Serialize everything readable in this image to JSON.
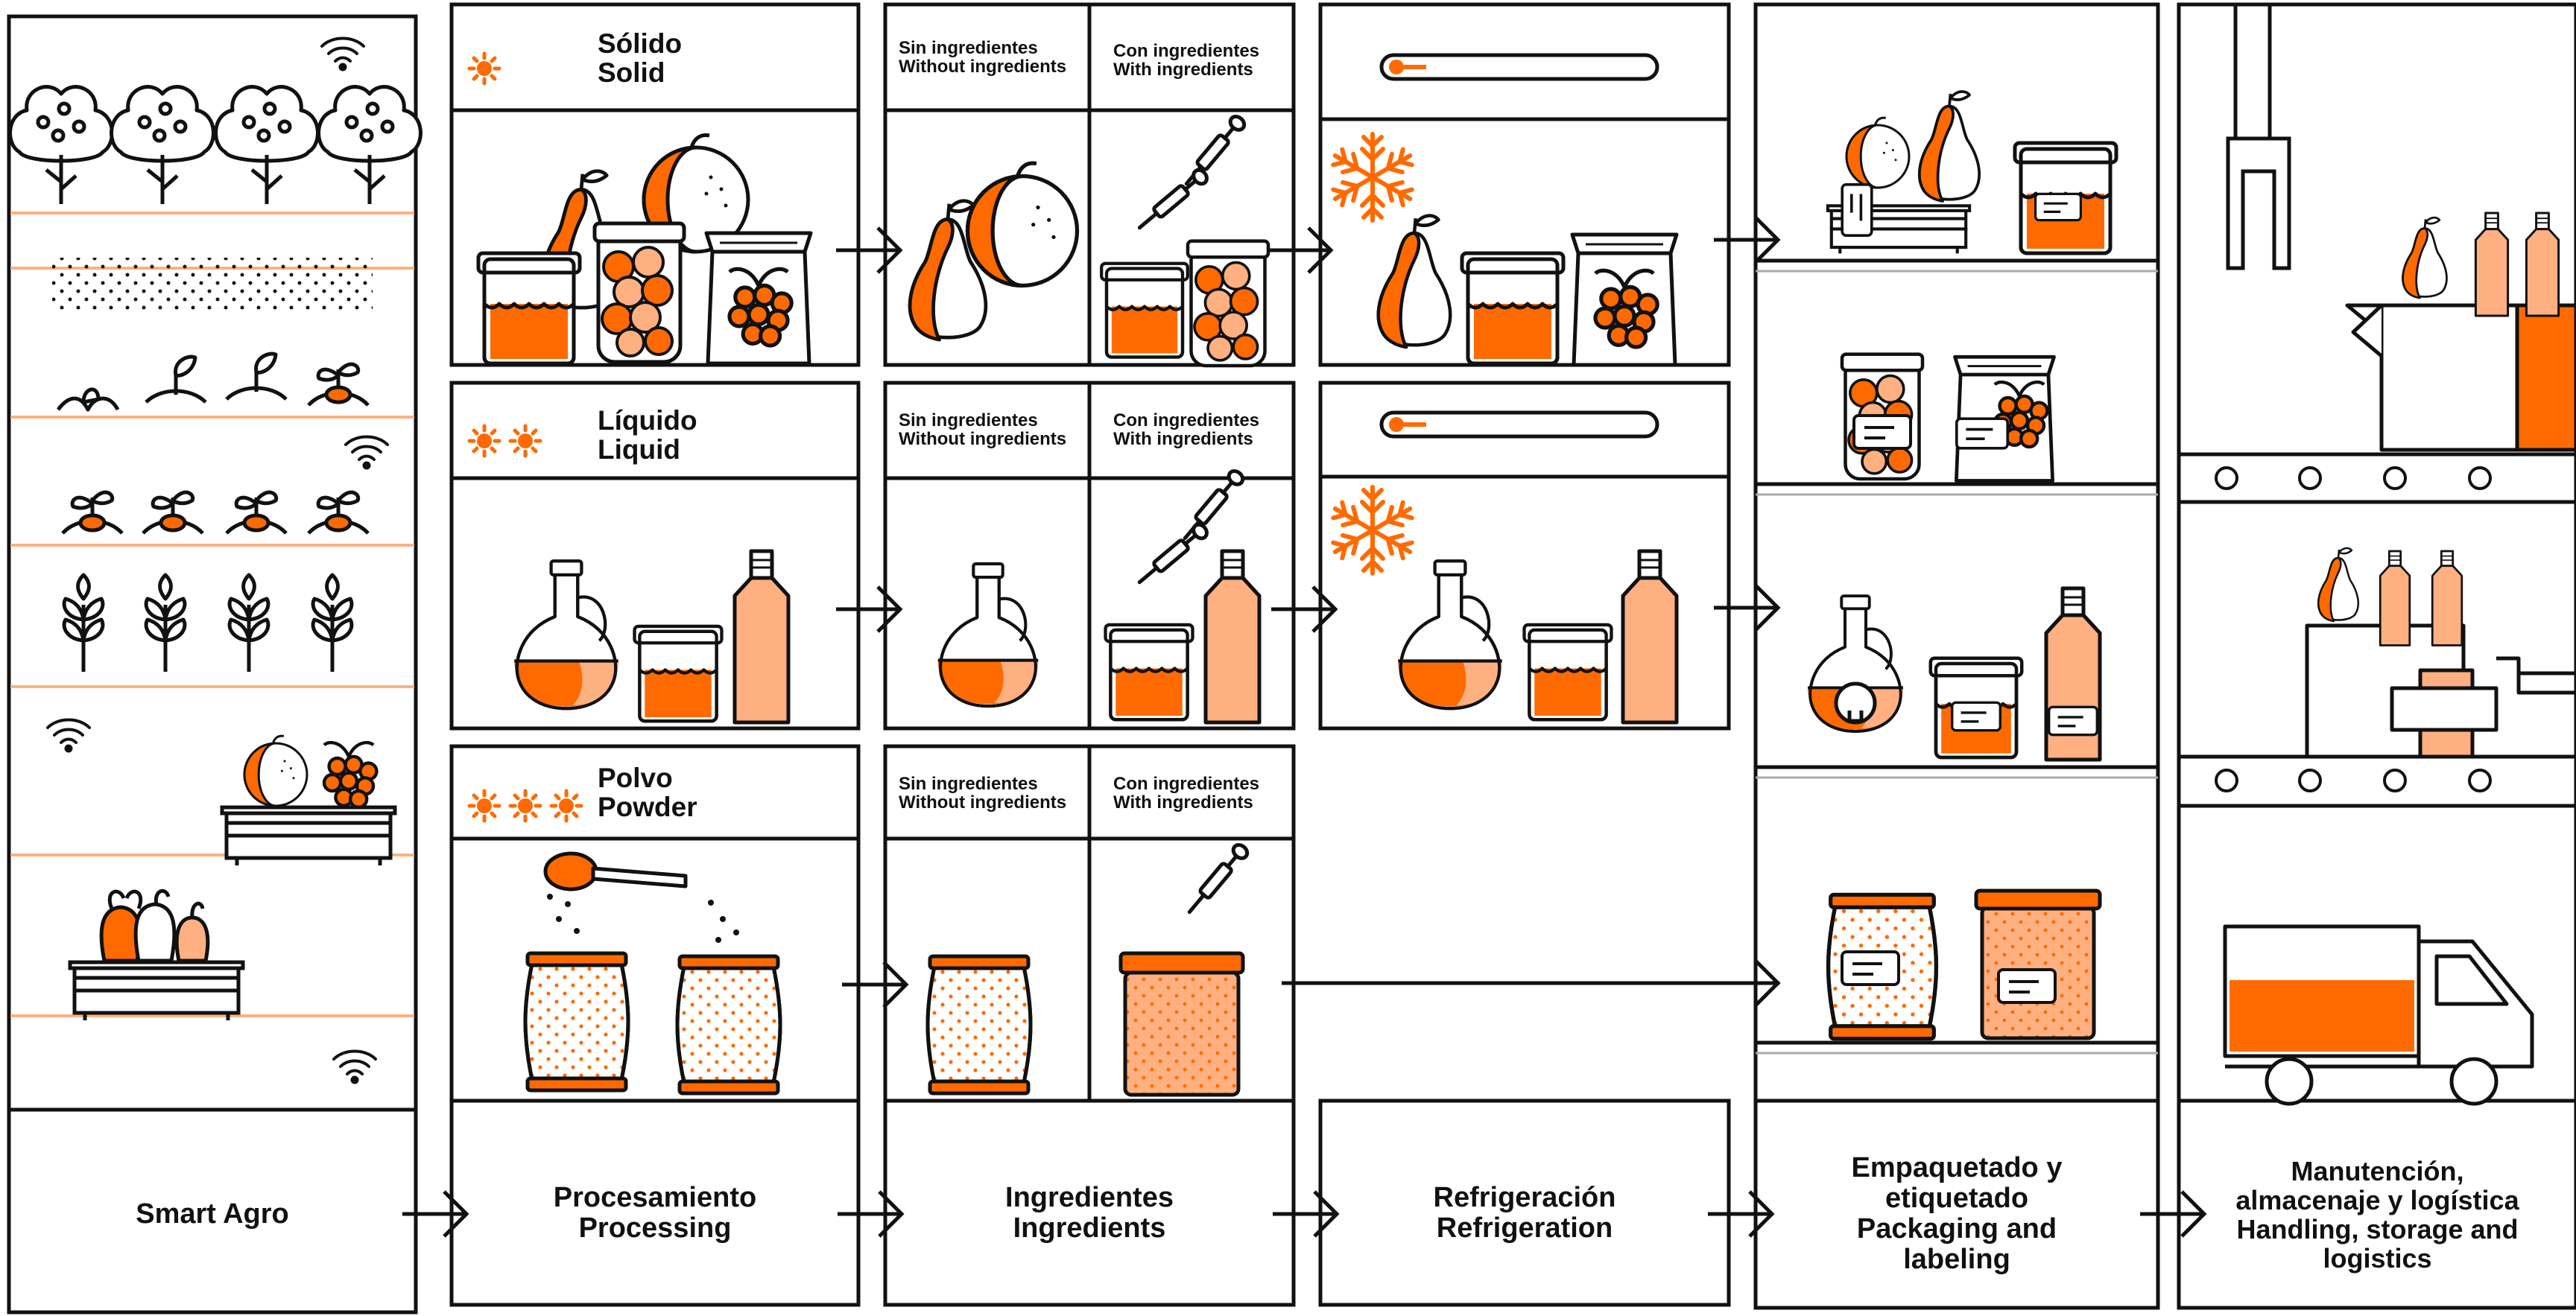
{
  "colors": {
    "accent": "#ff6a00",
    "accent_light": "#ffb080",
    "ink": "#111111",
    "paper": "#ffffff"
  },
  "stages": [
    {
      "id": "smart-agro",
      "lines": [
        "Smart Agro"
      ]
    },
    {
      "id": "processing",
      "lines": [
        "Procesamiento",
        "Processing"
      ]
    },
    {
      "id": "ingredients",
      "lines": [
        "Ingredientes",
        "Ingredients"
      ]
    },
    {
      "id": "refrigeration",
      "lines": [
        "Refrigeración",
        "Refrigeration"
      ]
    },
    {
      "id": "packaging",
      "lines": [
        "Empaquetado y",
        "etiquetado",
        "Packaging and",
        "labeling"
      ]
    },
    {
      "id": "logistics",
      "lines": [
        "Manutención,",
        "almacenaje y logística",
        "Handling, storage and",
        "logistics"
      ]
    }
  ],
  "processing_rows": [
    {
      "type": "solid",
      "es": "Sólido",
      "en": "Solid",
      "icons": [
        "sun-icon"
      ]
    },
    {
      "type": "liquid",
      "es": "Líquido",
      "en": "Liquid",
      "icons": [
        "sun-icon",
        "sun-icon"
      ]
    },
    {
      "type": "powder",
      "es": "Polvo",
      "en": "Powder",
      "icons": [
        "sun-icon",
        "sun-icon",
        "sun-icon"
      ]
    }
  ],
  "ingredient_headers": {
    "without": [
      "Sin ingredientes",
      "Without ingredients"
    ],
    "with": [
      "Con ingredientes",
      "With ingredients"
    ]
  },
  "icons": [
    "tree-icon",
    "wifi-icon",
    "seed-icon",
    "sprout-icon",
    "wheat-icon",
    "crate-icon",
    "pear-icon",
    "orange-icon",
    "jar-icon",
    "bag-icon",
    "raspberry-icon",
    "carafe-icon",
    "bottle-icon",
    "dropper-icon",
    "spoon-icon",
    "thermometer-icon",
    "snowflake-icon",
    "arm-icon",
    "box-icon",
    "conveyor-icon",
    "truck-icon",
    "arrow-icon"
  ]
}
